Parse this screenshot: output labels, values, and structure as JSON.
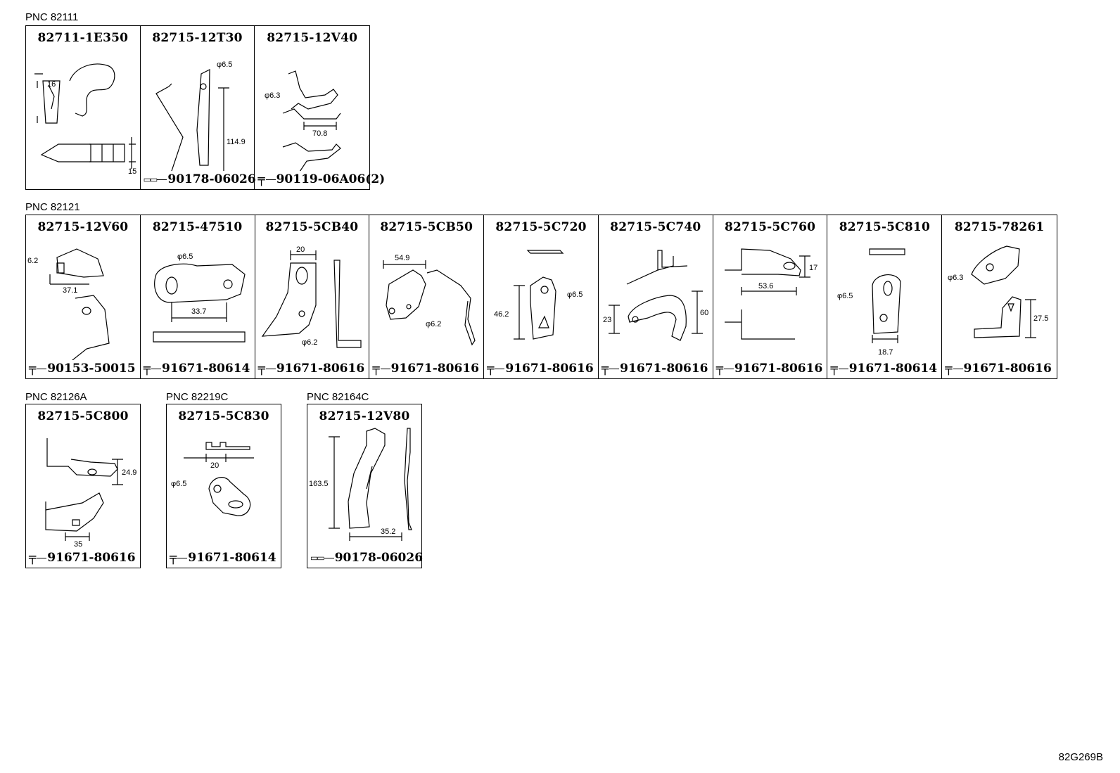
{
  "groups": [
    {
      "pnc": "PNC 82111",
      "cells": [
        {
          "part": "82711-1E350",
          "fastener": "",
          "dims": [
            "16",
            "15"
          ]
        },
        {
          "part": "82715-12T30",
          "fastener": "90178-06026",
          "fastener_icon": "nut-icon",
          "dims": [
            "φ6.5",
            "114.9"
          ]
        },
        {
          "part": "82715-12V40",
          "fastener": "90119-06A06(2)",
          "fastener_icon": "bolt-icon",
          "dims": [
            "φ6.3",
            "70.8"
          ]
        }
      ]
    },
    {
      "pnc": "PNC 82121",
      "cells": [
        {
          "part": "82715-12V60",
          "fastener": "90153-50015",
          "fastener_icon": "bolt-icon",
          "dims": [
            "6.2",
            "37.1"
          ]
        },
        {
          "part": "82715-47510",
          "fastener": "91671-80614",
          "fastener_icon": "bolt-icon",
          "dims": [
            "φ6.5",
            "33.7"
          ]
        },
        {
          "part": "82715-5CB40",
          "fastener": "91671-80616",
          "fastener_icon": "bolt-icon",
          "dims": [
            "20",
            "φ6.2"
          ]
        },
        {
          "part": "82715-5CB50",
          "fastener": "91671-80616",
          "fastener_icon": "bolt-icon",
          "dims": [
            "54.9",
            "φ6.2"
          ]
        },
        {
          "part": "82715-5C720",
          "fastener": "91671-80616",
          "fastener_icon": "bolt-icon",
          "dims": [
            "46.2",
            "φ6.5"
          ]
        },
        {
          "part": "82715-5C740",
          "fastener": "91671-80616",
          "fastener_icon": "bolt-icon",
          "dims": [
            "23",
            "60"
          ]
        },
        {
          "part": "82715-5C760",
          "fastener": "91671-80616",
          "fastener_icon": "bolt-icon",
          "dims": [
            "17",
            "53.6"
          ]
        },
        {
          "part": "82715-5C810",
          "fastener": "91671-80614",
          "fastener_icon": "bolt-icon",
          "dims": [
            "φ6.5",
            "18.7"
          ]
        },
        {
          "part": "82715-78261",
          "fastener": "91671-80616",
          "fastener_icon": "bolt-icon",
          "dims": [
            "φ6.3",
            "27.5"
          ]
        }
      ]
    },
    {
      "pnc": "PNC 82126A",
      "cells": [
        {
          "part": "82715-5C800",
          "fastener": "91671-80616",
          "fastener_icon": "bolt-icon",
          "dims": [
            "24.9",
            "35"
          ]
        }
      ]
    },
    {
      "pnc": "PNC 82219C",
      "cells": [
        {
          "part": "82715-5C830",
          "fastener": "91671-80614",
          "fastener_icon": "bolt-icon",
          "dims": [
            "20",
            "φ6.5"
          ]
        }
      ]
    },
    {
      "pnc": "PNC 82164C",
      "cells": [
        {
          "part": "82715-12V80",
          "fastener": "90178-06026",
          "fastener_icon": "nut-icon",
          "dims": [
            "163.5",
            "35.2"
          ]
        }
      ]
    }
  ],
  "diagram_code": "82G269B"
}
